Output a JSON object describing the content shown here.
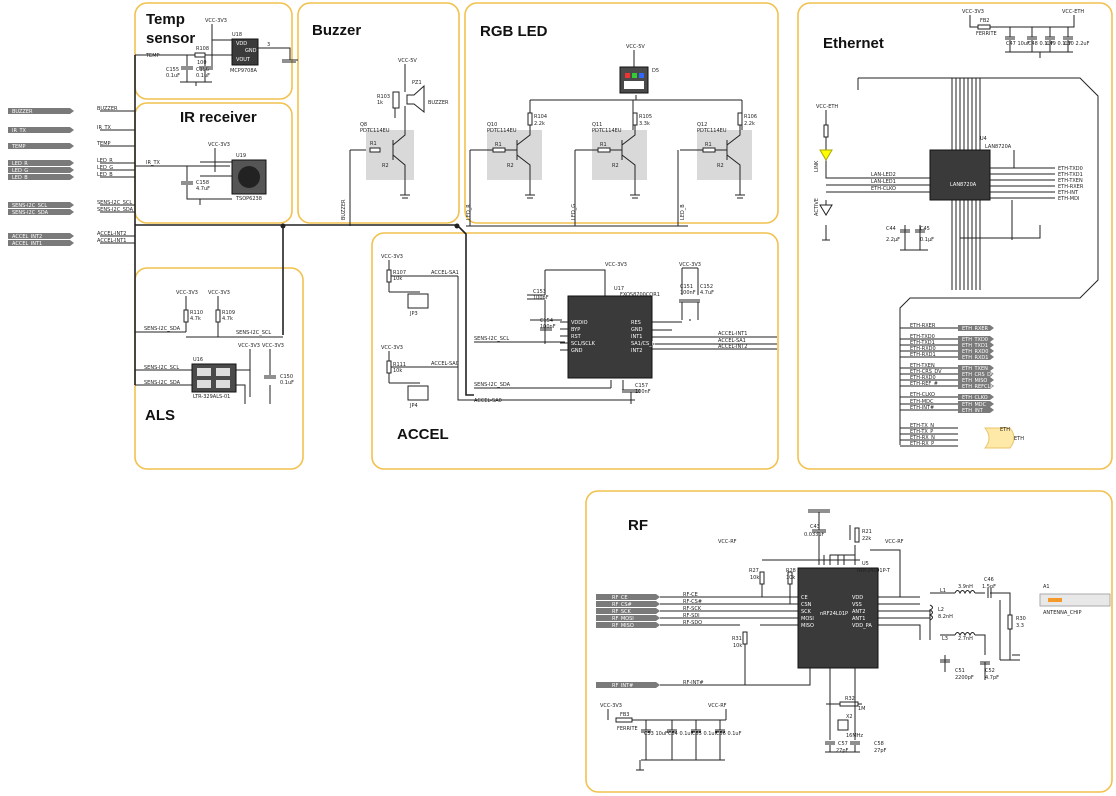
{
  "sections": {
    "temp_sensor": "Temp\nsensor",
    "temp_sensor_line1": "Temp",
    "temp_sensor_line2": "sensor",
    "ir_receiver": "IR receiver",
    "als": "ALS",
    "buzzer": "Buzzer",
    "rgb_led": "RGB LED",
    "accel": "ACCEL",
    "ethernet": "Ethernet",
    "rf": "RF"
  },
  "left_ports": [
    "BUZZER",
    "IR_TX",
    "TEMP",
    "LED_R",
    "LED_G",
    "LED_B",
    "SENS-I2C_SCL",
    "SENS-I2C_SDA",
    "ACCEL_INT2",
    "ACCEL_INT1"
  ],
  "left_net_labels": [
    "BUZZER",
    "IR_TX",
    "TEMP",
    "LED_R",
    "LED_G",
    "LED_B",
    "SENS-I2C_SCL",
    "SENS-I2C_SDA",
    "ACCEL-INT2",
    "ACCEL-INT1"
  ],
  "temp": {
    "vcc": "VCC-3V3",
    "u": "U18",
    "part": "MCP9708A",
    "r": "R108",
    "rv": "100",
    "c1": "C155",
    "c1v": "0.1uF",
    "c2": "C156",
    "c2v": "0.1uF",
    "net": "TEMP",
    "pins": [
      "VDD",
      "GND",
      "VOUT"
    ]
  },
  "ir": {
    "vcc": "VCC-3V3",
    "u": "U19",
    "part": "TSOP6238",
    "net": "IR_TX",
    "c": "C158",
    "cv": "4.7uF"
  },
  "als": {
    "vcc1": "VCC-3V3",
    "vcc2": "VCC-3V3",
    "vcc3": "VCC-3V3",
    "vcc4": "VCC-3V3",
    "r1": "R110",
    "r1v": "4.7k",
    "r2": "R109",
    "r2v": "4.7k",
    "u": "U16",
    "part": "LTR-329ALS-01",
    "c": "C150",
    "cv": "0.1uF",
    "sda": "SENS-I2C_SDA",
    "scl": "SENS-I2C_SCL",
    "scl2": "SENS-I2C_SCL",
    "sda2": "SENS-I2C_SDA"
  },
  "buzzer": {
    "vcc": "VCC-5V",
    "r": "R103",
    "rv": "1k",
    "pz": "PZ1",
    "lbl": "BUZZER",
    "q": "Q8",
    "qp": "PDTC114EU",
    "net": "BUZZER"
  },
  "rgb": {
    "vcc": "VCC-5V",
    "d": "D5",
    "q": [
      "Q10",
      "Q11",
      "Q12"
    ],
    "qp": "PDTC114EU",
    "r": [
      "R104",
      "R105",
      "R106"
    ],
    "rv": "2.2k",
    "rv2": "3.3k",
    "nets": [
      "LED_R",
      "LED_G",
      "LED_B"
    ]
  },
  "accel": {
    "vcc": "VCC-3V3",
    "u": "U17",
    "part": "FXOS8700CQR1",
    "c1": "C153",
    "c1v": "100nF",
    "c2": "C154",
    "c2v": "100nF",
    "c3": "C151",
    "c3v": "100nF",
    "c4": "C152",
    "c4v": "4.7uF",
    "c5": "C157",
    "c5v": "100nF",
    "r1": "R107",
    "r1v": "10k",
    "r2": "R111",
    "r2v": "10k",
    "j1": "JP3",
    "j2": "JP4",
    "pins_l": [
      "VDDIO",
      "BYP",
      "RST",
      "SCL/SCLK",
      "GND"
    ],
    "pins_r": [
      "RES",
      "GND",
      "INT1",
      "SA1/CS_B",
      "INT2"
    ],
    "nets": [
      "ACCEL-SA1",
      "ACCEL-SA0",
      "SENS-I2C_SCL",
      "SENS-I2C_SDA",
      "ACCEL-INT1",
      "ACCEL-SA1",
      "ACCEL-INT2"
    ]
  },
  "eth": {
    "vcc": "VCC-3V3",
    "vcc2": "VCC-ETH",
    "fb": "FB2",
    "fbp": "FERRITE",
    "u": "U4",
    "part": "LAN8720A",
    "caps": [
      "C47 10uF",
      "C48 0.1uF",
      "C49 0.1uF",
      "C50 2.2uF"
    ],
    "leds": [
      "LINK",
      "ACTIVE"
    ],
    "signals_l": [
      "LAN-LED2",
      "LAN-LED1",
      "ETH-CLKO"
    ],
    "signals_r": [
      "ETH-TXD0",
      "ETH-TXD1",
      "ETH-TXEN",
      "ETH-RXER",
      "ETH-INT",
      "ETH-MDI"
    ],
    "bus": [
      "ETH-RXER",
      "ETH-TXD0",
      "ETH-TXD1",
      "ETH-RXD0",
      "ETH-RXD1",
      "ETH-TXEN",
      "ETH-CRS_DV",
      "ETH-RXD0",
      "ETH-REF_#",
      "ETH-CLKO",
      "ETH-MDC",
      "ETH-INT#",
      "ETH-TX_N",
      "ETH-TX_P",
      "ETH-RX_N",
      "ETH-RX_P"
    ],
    "tags": [
      "ETH_RXER",
      "ETH_TXD0",
      "ETH_TXD1",
      "ETH_RXD0",
      "ETH_RXD1",
      "ETH_TXEN",
      "ETH_CRS_DV",
      "ETH_MISO",
      "ETH_REFCLK",
      "ETH_CLKO",
      "ETH_MDC",
      "ETH_INT"
    ],
    "bus_label": "ETH"
  },
  "rf": {
    "vcc": "VCC-RF",
    "vcc2": "VCC-3V3",
    "vcc3": "VCC-RF",
    "u": "U5",
    "part": "NRF24L01P-T",
    "chip": "nRF24L01P",
    "ports": [
      "RF_CE",
      "RF_CS#",
      "RF_SCK",
      "RF_MOSI",
      "RF_MISO",
      "RF_INT#"
    ],
    "nets": [
      "RF-CE",
      "RF-CS#",
      "RF-SCK",
      "RF-SDI",
      "RF-SDO",
      "RF-INT#"
    ],
    "pins_l": [
      "CE",
      "CSN",
      "SCK",
      "MOSI",
      "MISO"
    ],
    "pins_r": [
      "VDD",
      "VSS",
      "ANT2",
      "ANT1",
      "VDD_PA"
    ],
    "c43": "C43",
    "c43v": "0.033uF",
    "r21": "R21",
    "r21v": "22k",
    "r27": "R27",
    "r28": "R28",
    "rv": "10k",
    "r31": "R31",
    "r32": "R32",
    "r32v": "1M",
    "x2": "X2",
    "x2v": "16MHz",
    "l1": "L1",
    "l1v": "3.9nH",
    "l2": "L2",
    "l2v": "8.2nH",
    "l3": "L3",
    "l3v": "2.7nH",
    "c46": "C46",
    "c46v": "1.5pF",
    "c51": "C51",
    "c51v": "2200pF",
    "c52": "C52",
    "c52v": "4.7pF",
    "r30": "R30",
    "r30v": "3.3",
    "a1": "A1",
    "ant": "ANTENNA_CHIP",
    "fb": "FB3",
    "fbp": "FERRITE",
    "caps": [
      "C53 10uF",
      "C54 0.1uF",
      "C55 0.1uF",
      "C56 0.1uF"
    ],
    "c57": "C57",
    "c58": "C58",
    "cxv": "27pF"
  }
}
